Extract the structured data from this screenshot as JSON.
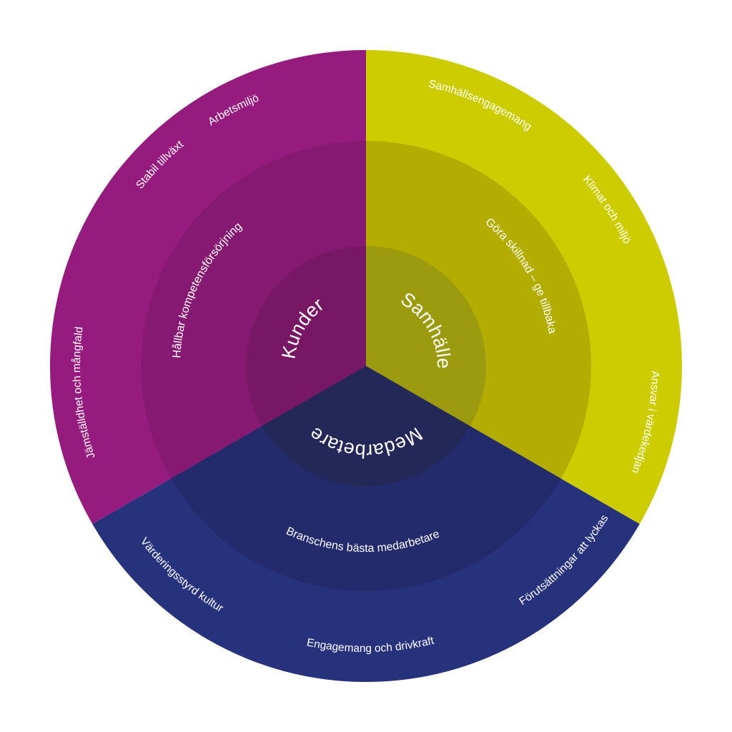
{
  "diagram": {
    "sectors": [
      {
        "id": "kunder",
        "colors": {
          "outer": "#951c7e",
          "middle": "#861a72",
          "inner": "#781764"
        },
        "inner_label": "Kunder",
        "middle_labels": [
          "Hållbar kompetensförsörjning"
        ],
        "outer_labels": [
          "Arbetsmiljö",
          "Stabil tillväxt",
          "Jämställdhet och mångfald"
        ]
      },
      {
        "id": "samhalle",
        "colors": {
          "outer": "#cccc00",
          "middle": "#b2ad00",
          "inner": "#9c9b0f"
        },
        "inner_label": "Samhälle",
        "middle_labels": [
          "Göra skillnad – ge tillbaka"
        ],
        "outer_labels": [
          "Samhällsengagemang",
          "Klimat och miljö",
          "Ansvar i värdekedjan"
        ]
      },
      {
        "id": "medarbetare",
        "colors": {
          "outer": "#27327d",
          "middle": "#232b6c",
          "inner": "#242858"
        },
        "inner_label": "Medarbetare",
        "middle_labels": [
          "Branschens bästa medarbetare"
        ],
        "outer_labels": [
          "Värderingsstyrd kultur",
          "Engagemang och drivkraft",
          "Förutsättningar att lyckas"
        ]
      }
    ]
  }
}
